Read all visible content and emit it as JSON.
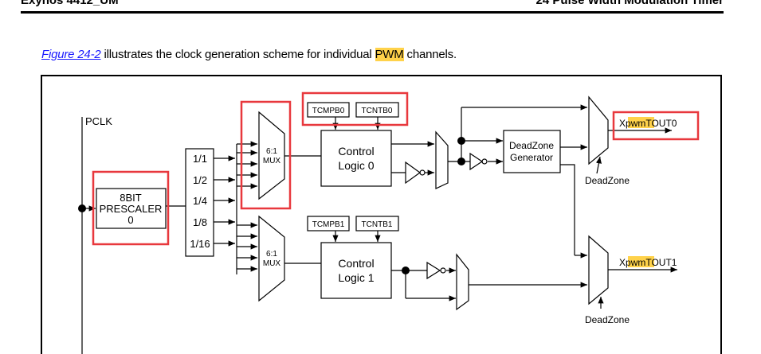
{
  "header": {
    "left": "Exynos 4412_UM",
    "right": "24 Pulse Width Modulation Timer"
  },
  "paragraph": {
    "link": "Figure 24-2",
    "before_highlight": " illustrates the clock generation scheme for individual ",
    "highlight": "PWM",
    "after": " channels."
  },
  "diagram": {
    "pclk": "PCLK",
    "prescaler": [
      "8BIT",
      "PRESCALER",
      "0"
    ],
    "dividers": [
      "1/1",
      "1/2",
      "1/4",
      "1/8",
      "1/16"
    ],
    "mux0": [
      "6:1",
      "MUX"
    ],
    "mux1": [
      "6:1",
      "MUX"
    ],
    "tcmpb0": "TCMPB0",
    "tcntb0": "TCNTB0",
    "tcmpb1": "TCMPB1",
    "tcntb1": "TCNTB1",
    "control0": [
      "Control",
      "Logic 0"
    ],
    "control1": [
      "Control",
      "Logic 1"
    ],
    "deadzone_gen": [
      "DeadZone",
      "Generator"
    ],
    "out0": {
      "prefix": "X",
      "highlight": "pwm",
      "suffix": "TOUT0"
    },
    "out1": {
      "prefix": "X",
      "highlight": "pwm",
      "suffix": "TOUT1"
    },
    "deadzone0": "DeadZone",
    "deadzone1": "DeadZone"
  },
  "colors": {
    "annotation_red": "#e8383d",
    "highlight": "#ffd24a"
  }
}
